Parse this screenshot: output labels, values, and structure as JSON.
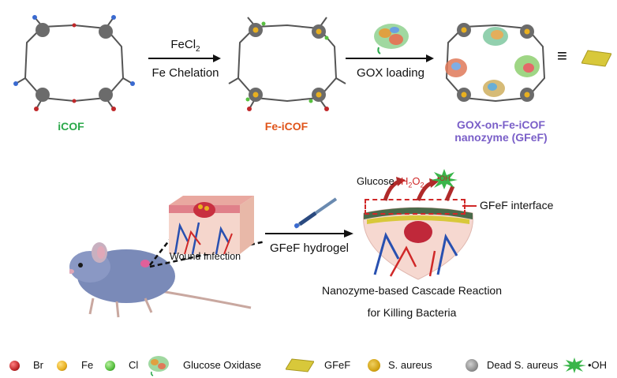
{
  "step1": {
    "line1": "FeCl",
    "sub": "2",
    "line2": "Fe Chelation"
  },
  "step2": {
    "label": "GOX loading"
  },
  "products": {
    "icof": "iCOF",
    "feicof": "Fe-iCOF",
    "gfef_line1": "GOX-on-Fe-iCOF",
    "gfef_line2": "nanozyme (GFeF)"
  },
  "lower": {
    "wound": "Wound Infection",
    "hydrogel": "GFeF hydrogel",
    "glucose": "Glucose",
    "h2o2_main": "H",
    "h2o2_sub": "2",
    "h2o2_o": "O",
    "h2o2_sub2": "2",
    "oh": "•OH",
    "interface": "GFeF interface",
    "reaction_line1": "Nanozyme-based Cascade Reaction",
    "reaction_line2": "for Killing Bacteria"
  },
  "legend": {
    "br": "Br",
    "fe": "Fe",
    "cl": "Cl",
    "gox": "Glucose Oxidase",
    "gfef": "GFeF",
    "saureus": "S. aureus",
    "dead": "Dead S. aureus",
    "oh": "•OH"
  },
  "colors": {
    "icof": "#2aa84a",
    "feicof": "#e0541a",
    "gfef": "#7a5fc8",
    "br": "#c0282a",
    "fe": "#e8b020",
    "cl": "#58c040",
    "oh": "#3ab54a",
    "sheet": "#d8c83a"
  }
}
